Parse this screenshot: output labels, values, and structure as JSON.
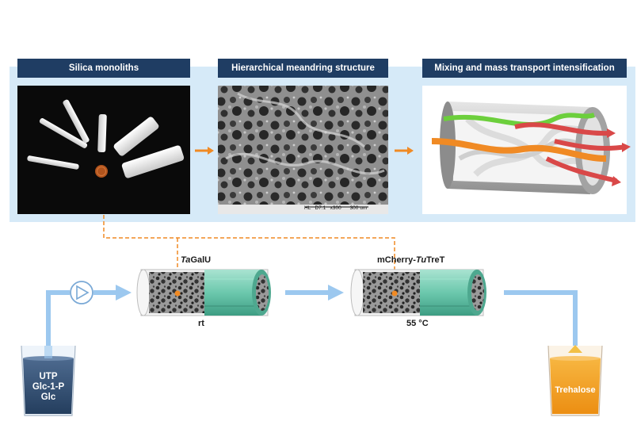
{
  "panels": [
    {
      "title": "Silica monoliths"
    },
    {
      "title": "Hierarchical meandring structure"
    },
    {
      "title": "Mixing and mass transport intensification"
    }
  ],
  "sem_scale_text": "HL   D7.1   x300      300 um",
  "reactors": [
    {
      "enzyme_prefix": "Ta",
      "enzyme_suffix": "GalU",
      "temperature": "rt"
    },
    {
      "enzyme_prefix": "mCherry-",
      "enzyme_italic": "Tu",
      "enzyme_suffix": "TreT",
      "temperature": "55 °C"
    }
  ],
  "substrates": [
    "UTP",
    "Glc-1-P",
    "Glc"
  ],
  "product": "Trehalose",
  "colors": {
    "header_bg": "#1f3d63",
    "band_bg": "#d6eaf8",
    "flow_arrow": "#9cc8ef",
    "orange_accent": "#f08a24",
    "reactor_sleeve": "#74cdb3",
    "substrate_liquid": "#2f4c6f",
    "product_liquid": "#f5a623"
  },
  "icons": [
    "pump-icon",
    "arrow-right-icon"
  ]
}
